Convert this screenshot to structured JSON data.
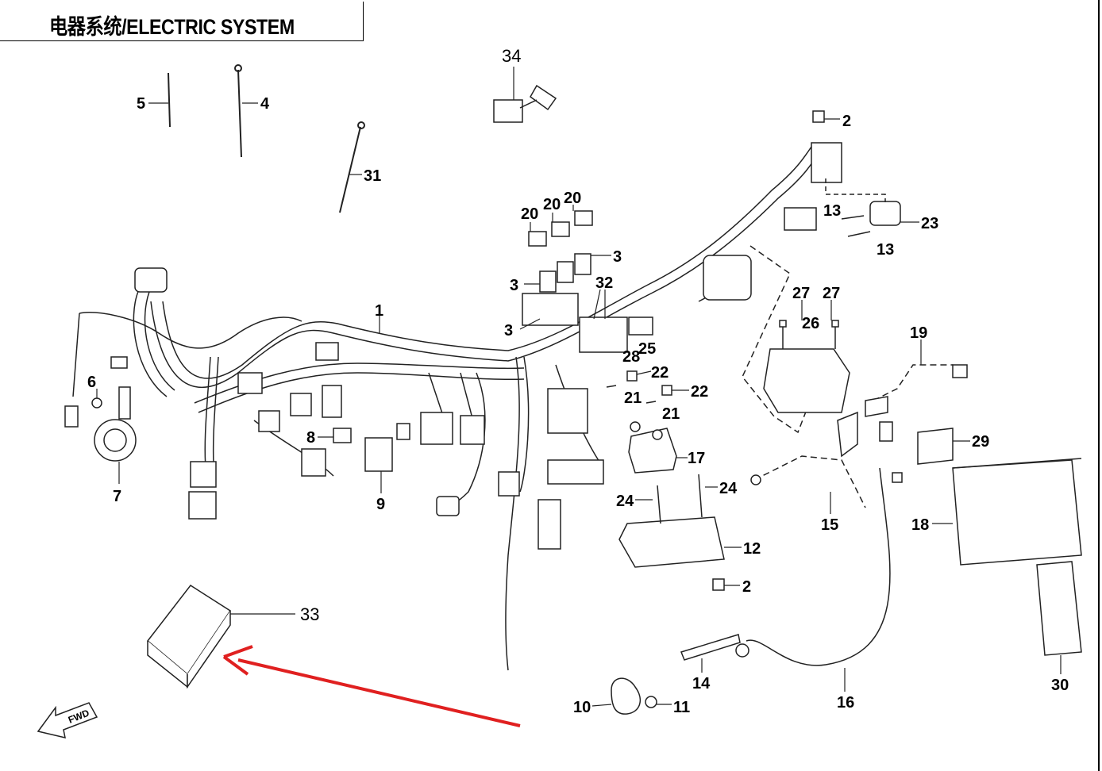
{
  "title": "电器系统/ELECTRIC SYSTEM",
  "fwd_label": "FWD",
  "arrow_color": "#e02020",
  "callouts": [
    {
      "id": "c34",
      "text": "34"
    },
    {
      "id": "c5",
      "text": "5"
    },
    {
      "id": "c4",
      "text": "4"
    },
    {
      "id": "c31",
      "text": "31"
    },
    {
      "id": "c2a",
      "text": "2"
    },
    {
      "id": "c13a",
      "text": "13"
    },
    {
      "id": "c23",
      "text": "23"
    },
    {
      "id": "c13b",
      "text": "13"
    },
    {
      "id": "c20a",
      "text": "20"
    },
    {
      "id": "c20b",
      "text": "20"
    },
    {
      "id": "c20c",
      "text": "20"
    },
    {
      "id": "c3a",
      "text": "3"
    },
    {
      "id": "c3b",
      "text": "3"
    },
    {
      "id": "c32",
      "text": "32"
    },
    {
      "id": "c3c",
      "text": "3"
    },
    {
      "id": "c1",
      "text": "1"
    },
    {
      "id": "c28",
      "text": "28"
    },
    {
      "id": "c25",
      "text": "25"
    },
    {
      "id": "c27a",
      "text": "27"
    },
    {
      "id": "c27b",
      "text": "27"
    },
    {
      "id": "c26",
      "text": "26"
    },
    {
      "id": "c19",
      "text": "19"
    },
    {
      "id": "c22a",
      "text": "22"
    },
    {
      "id": "c21a",
      "text": "21"
    },
    {
      "id": "c22b",
      "text": "22"
    },
    {
      "id": "c21b",
      "text": "21"
    },
    {
      "id": "c6",
      "text": "6"
    },
    {
      "id": "c7",
      "text": "7"
    },
    {
      "id": "c8",
      "text": "8"
    },
    {
      "id": "c9",
      "text": "9"
    },
    {
      "id": "c17",
      "text": "17"
    },
    {
      "id": "c24a",
      "text": "24"
    },
    {
      "id": "c24b",
      "text": "24"
    },
    {
      "id": "c12",
      "text": "12"
    },
    {
      "id": "c29",
      "text": "29"
    },
    {
      "id": "c15",
      "text": "15"
    },
    {
      "id": "c18",
      "text": "18"
    },
    {
      "id": "c33",
      "text": "33"
    },
    {
      "id": "c2b",
      "text": "2"
    },
    {
      "id": "c14",
      "text": "14"
    },
    {
      "id": "c16",
      "text": "16"
    },
    {
      "id": "c10",
      "text": "10"
    },
    {
      "id": "c11",
      "text": "11"
    },
    {
      "id": "c30",
      "text": "30"
    }
  ]
}
